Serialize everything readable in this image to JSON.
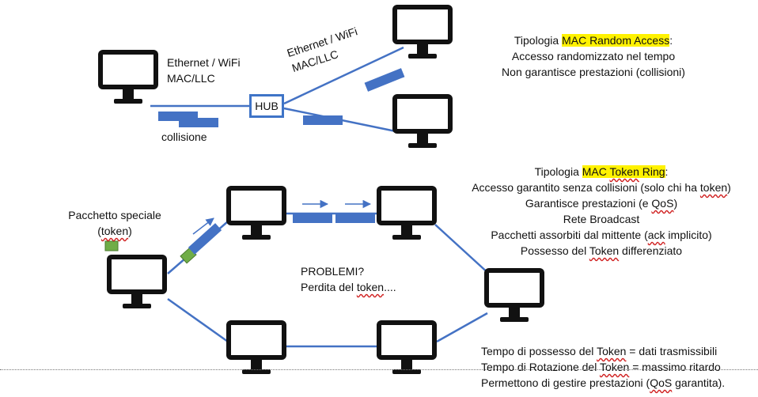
{
  "hub_section": {
    "left_label_1": "Ethernet / WiFi",
    "left_label_2": "MAC/LLC",
    "right_label_1": "Ethernet / WiFi",
    "right_label_2": "MAC/LLC",
    "hub_label": "HUB",
    "collision_label": "collisione"
  },
  "random_access": {
    "title_prefix": "Tipologia ",
    "title_highlight": "MAC Random Access",
    "title_suffix": ":",
    "line1": "Accesso randomizzato nel tempo",
    "line2": "Non garantisce prestazioni (collisioni)"
  },
  "token_ring": {
    "title_prefix": "Tipologia ",
    "title_highlight_a": "MAC ",
    "title_highlight_b": "Token",
    "title_highlight_c": " Ring",
    "title_suffix": ":",
    "line1_a": "Accesso garantito senza collisioni (solo chi ha ",
    "line1_b": "token",
    "line1_c": ")",
    "line2_a": "Garantisce prestazioni (e ",
    "line2_b": "QoS",
    "line2_c": ")",
    "line3": "Rete Broadcast",
    "line4_a": "Pacchetti assorbiti dal mittente (",
    "line4_b": "ack",
    "line4_c": " implicito)",
    "line5_a": "Possesso del ",
    "line5_b": "Token",
    "line5_c": " differenziato"
  },
  "special_packet": {
    "line1": "Pacchetto speciale",
    "line2_a": "(",
    "line2_b": "token",
    "line2_c": ")"
  },
  "problems": {
    "line1": "PROBLEMI?",
    "line2_a": "Perdita del ",
    "line2_b": "token",
    "line2_c": "...."
  },
  "token_notes": {
    "line1_a": "Tempo di possesso del ",
    "line1_b": "Token",
    "line1_c": " = dati trasmissibili",
    "line2_a": "Tempo di Rotazione del ",
    "line2_b": "Token",
    "line2_c": " = massimo ritardo",
    "line3_a": "Permettono di gestire prestazioni (",
    "line3_b": "QoS",
    "line3_c": " garantita)."
  },
  "colors": {
    "link": "#4472c4",
    "packet": "#4472c4",
    "token": "#70ad47",
    "highlight": "#fff200"
  },
  "icons": [
    "computer-monitor-icon"
  ]
}
